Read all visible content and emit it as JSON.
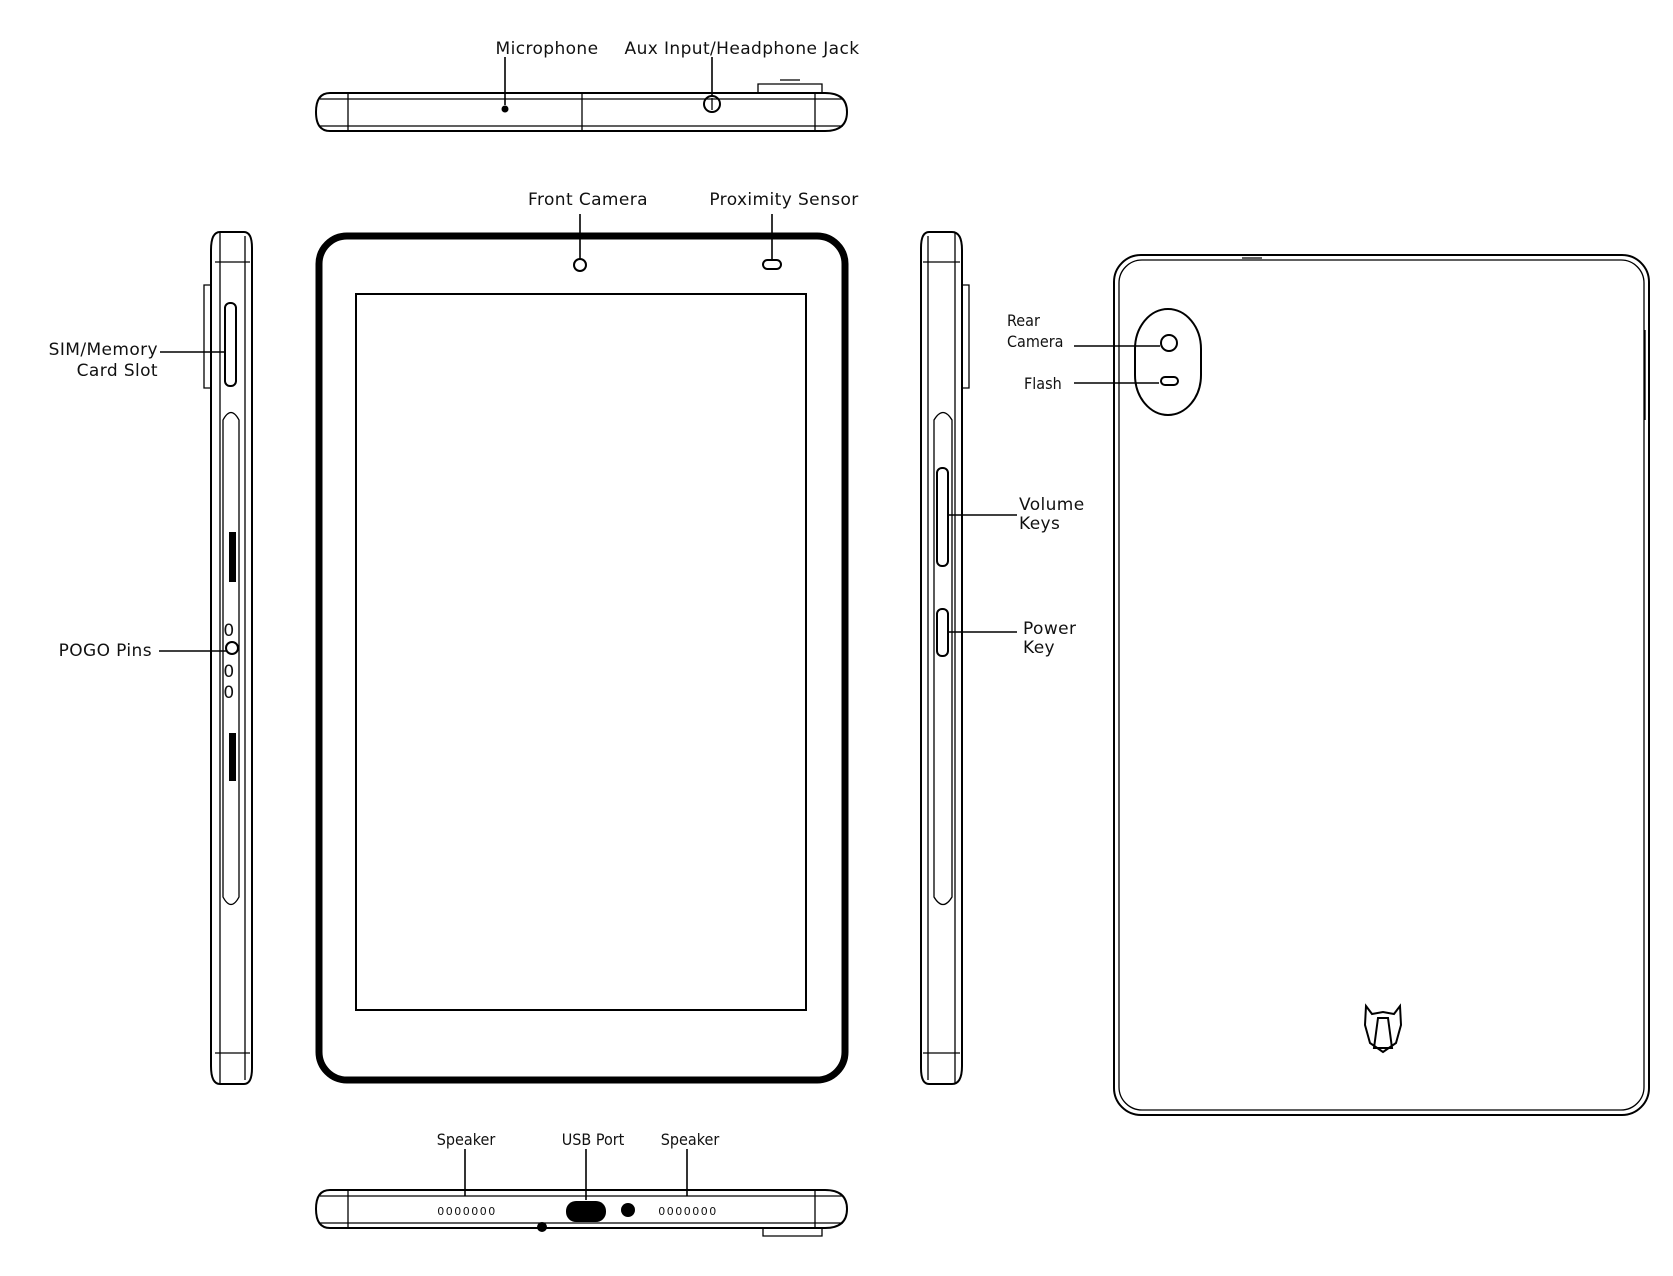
{
  "labels": {
    "microphone": "Microphone",
    "aux_jack": "Aux Input/Headphone Jack",
    "front_camera": "Front Camera",
    "proximity_sensor": "Proximity Sensor",
    "sim_slot_line1": "SIM/Memory",
    "sim_slot_line2": "Card Slot",
    "pogo_pins": "POGO Pins",
    "rear_camera_line1": "Rear",
    "rear_camera_line2": "Camera",
    "flash": "Flash",
    "volume_keys_line1": "Volume",
    "volume_keys_line2": "Keys",
    "power_key_line1": "Power",
    "power_key_line2": "Key",
    "speaker_left": "Speaker",
    "usb_port": "USB Port",
    "speaker_right": "Speaker"
  },
  "pogo_pin_marks": [
    "0",
    "0",
    "0"
  ],
  "speaker_grille_left": "0000000",
  "speaker_grille_right": "0000000"
}
